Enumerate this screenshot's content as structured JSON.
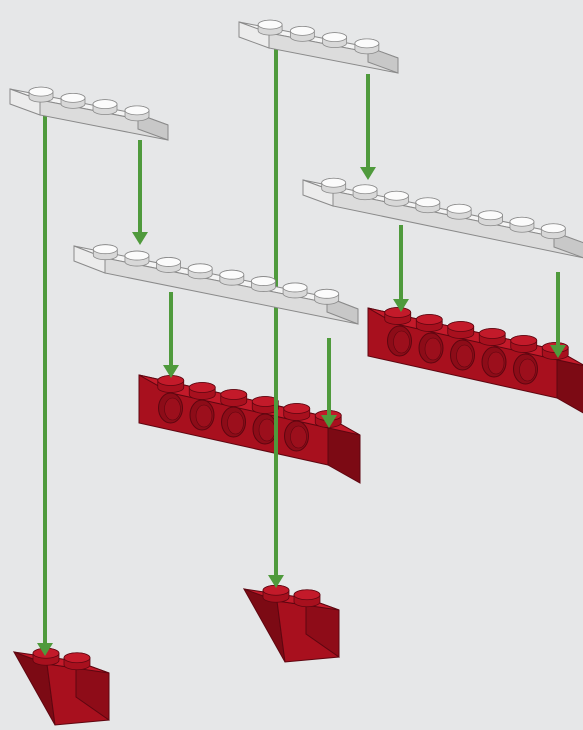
{
  "colors": {
    "background": "#e6e7e8",
    "plate_top": "#f4f4f4",
    "plate_side": "#dcdcdc",
    "plate_front": "#c8c8c8",
    "plate_stroke": "#8a8a8a",
    "brick_top": "#c31a2a",
    "brick_front": "#a8101e",
    "brick_end": "#7c0a14",
    "brick_hole": "#8d0c18",
    "brick_stroke": "#5e0610",
    "arrow": "#4f9a3c"
  },
  "parts": [
    {
      "id": "plate-1x4-left",
      "kind": "plate",
      "studs": 4,
      "icon": "white-plate-1x4"
    },
    {
      "id": "plate-1x4-top",
      "kind": "plate",
      "studs": 4,
      "icon": "white-plate-1x4"
    },
    {
      "id": "plate-1x8-middle",
      "kind": "plate",
      "studs": 8,
      "icon": "white-plate-1x8"
    },
    {
      "id": "plate-1x8-right",
      "kind": "plate",
      "studs": 8,
      "icon": "white-plate-1x8"
    },
    {
      "id": "technic-brick-1x6-middle",
      "kind": "technic-brick",
      "studs": 6,
      "holes": 5,
      "icon": "red-technic-brick-1x6"
    },
    {
      "id": "technic-brick-1x6-right",
      "kind": "technic-brick",
      "studs": 6,
      "holes": 5,
      "icon": "red-technic-brick-1x6"
    },
    {
      "id": "slope-brick-left",
      "kind": "slope-inverted",
      "studs": 2,
      "icon": "red-inverted-slope-brick"
    },
    {
      "id": "slope-brick-middle",
      "kind": "slope-inverted",
      "studs": 2,
      "icon": "red-inverted-slope-brick"
    }
  ],
  "arrows": [
    {
      "id": "arrow-plate-left-to-slope-left",
      "from": "plate-1x4-left",
      "to": "slope-brick-left"
    },
    {
      "id": "arrow-plate-left-to-plate-middle",
      "from": "plate-1x4-left",
      "to": "plate-1x8-middle"
    },
    {
      "id": "arrow-plate-top-to-slope-middle",
      "from": "plate-1x4-top",
      "to": "slope-brick-middle"
    },
    {
      "id": "arrow-plate-top-to-plate-right",
      "from": "plate-1x4-top",
      "to": "plate-1x8-right"
    },
    {
      "id": "arrow-plate-middle-to-brick-middle-a",
      "from": "plate-1x8-middle",
      "to": "technic-brick-1x6-middle"
    },
    {
      "id": "arrow-plate-middle-to-brick-middle-b",
      "from": "plate-1x8-middle",
      "to": "technic-brick-1x6-middle"
    },
    {
      "id": "arrow-plate-right-to-brick-right-a",
      "from": "plate-1x8-right",
      "to": "technic-brick-1x6-right"
    },
    {
      "id": "arrow-plate-right-to-brick-right-b",
      "from": "plate-1x8-right",
      "to": "technic-brick-1x6-right"
    }
  ]
}
